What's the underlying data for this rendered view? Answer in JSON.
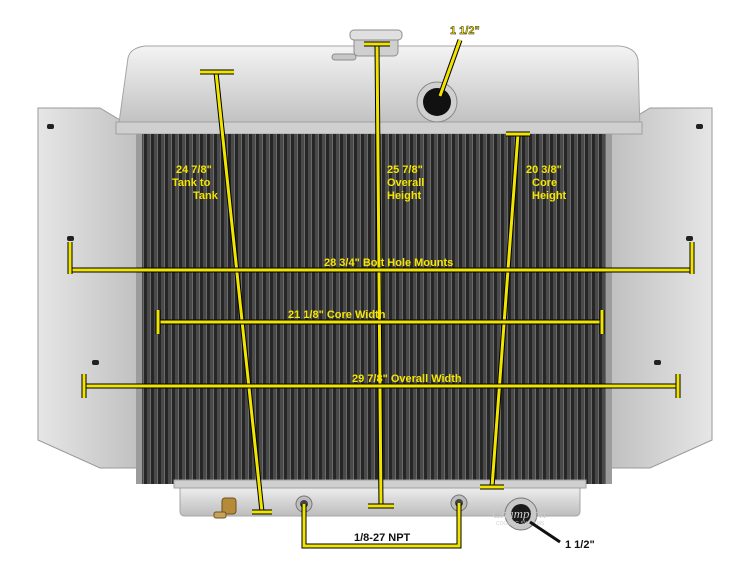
{
  "colors": {
    "dimension": "#f0e400",
    "leader": "#111111",
    "aluminum": "#d9d9d9",
    "core": "#2b2b2b",
    "background": "#ffffff"
  },
  "labels": {
    "inlet": "1 1/2\"",
    "outlet": "1 1/2\"",
    "tank_to_tank": [
      "24 7/8\"",
      "Tank to",
      "Tank"
    ],
    "overall_height": [
      "25 7/8\"",
      "Overall",
      "Height"
    ],
    "core_height": [
      "20 3/8\"",
      "Core",
      "Height"
    ],
    "bolt_hole_mounts": "28 3/4\" Bolt Hole Mounts",
    "core_width": "21 1/8\" Core Width",
    "overall_width": "29 7/8\" Overall Width",
    "drain": "1/8-27 NPT"
  },
  "watermark": {
    "brand": "Champion",
    "tagline": "COOLING SYSTEMS"
  }
}
